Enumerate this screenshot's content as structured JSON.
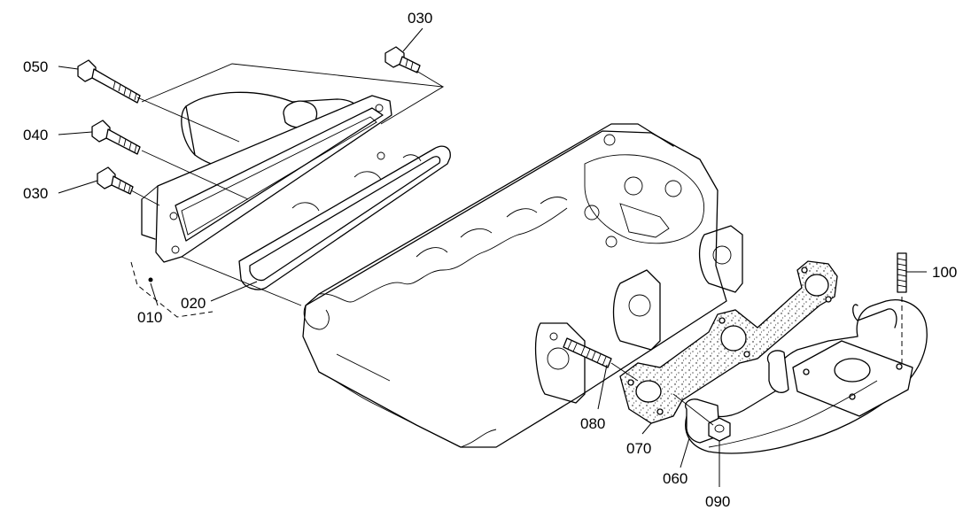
{
  "labels": {
    "p010": "010",
    "p020": "020",
    "p030a": "030",
    "p030b": "030",
    "p040": "040",
    "p050": "050",
    "p060": "060",
    "p070": "070",
    "p080": "080",
    "p090": "090",
    "p100": "100"
  }
}
